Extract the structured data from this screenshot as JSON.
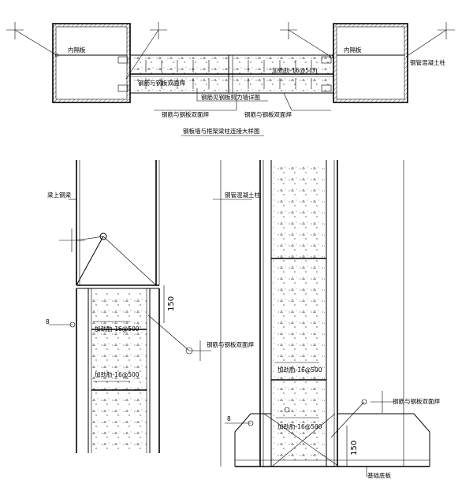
{
  "top_detail": {
    "title": "钢板墙与框架梁柱连接大样图",
    "labels": {
      "inner_partition_left": "内隔板",
      "inner_partition_right": "内隔板",
      "column_right": "钢管混凝土柱",
      "stiffener": "加劲肋-16@5(3)",
      "weld_top_left": "钢筋与钢板双面焊",
      "rebar_note": "钢筋见钢板剪力墙详图",
      "weld_bottom_left": "钢筋与钢板双面焊",
      "weld_bottom_right": "钢筋与钢板双面焊"
    }
  },
  "bottom_left": {
    "labels": {
      "beam": "梁上钢梁",
      "column": "钢管混凝土柱",
      "stiffener_1": "加劲肋-16@500",
      "stiffener_2": "加劲肋-16@500",
      "weld_note": "钢筋与钢板双面焊",
      "marker": "8"
    },
    "dimension": "150"
  },
  "bottom_right": {
    "labels": {
      "stiffener_1": "加劲肋-16@500",
      "stiffener_2": "加劲肋-16@500",
      "weld_note": "钢筋与钢板双面焊",
      "base": "基础底板",
      "marker": "8"
    },
    "dimension": "150"
  }
}
